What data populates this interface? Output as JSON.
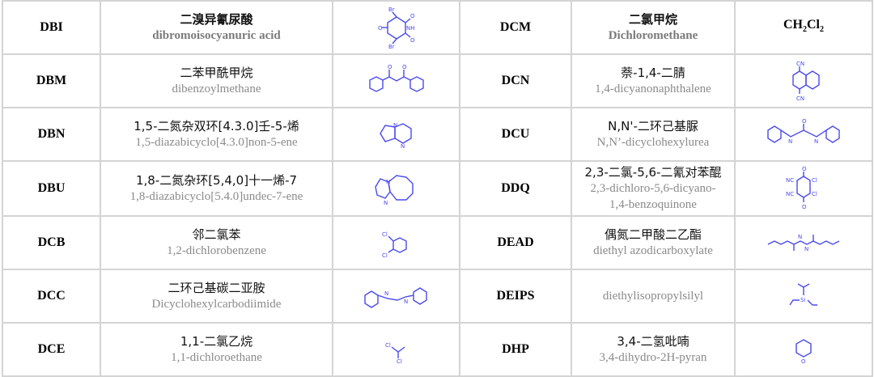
{
  "left": [
    {
      "abbr": "DBI",
      "cn": "二溴异氰尿酸",
      "en": "dibromoisocyanuric  acid",
      "structure": "dibromoisocyanuric-acid-structure"
    },
    {
      "abbr": "DBM",
      "cn": "二苯甲酰甲烷",
      "en": "dibenzoylmethane",
      "structure": "dibenzoylmethane-structure"
    },
    {
      "abbr": "DBN",
      "cn": "1,5-二氮杂双环[4.3.0]壬-5-烯",
      "en": "1,5-diazabicyclo[4.3.0]non-5-ene",
      "structure": "dbn-structure"
    },
    {
      "abbr": "DBU",
      "cn": "1,8-二氮杂环[5,4,0]十一烯-7",
      "en": "1,8-diazabicyclo[5.4.0]undec-7-ene",
      "structure": "dbu-structure"
    },
    {
      "abbr": "DCB",
      "cn": "邻二氯苯",
      "en": "1,2-dichlorobenzene",
      "structure": "dichlorobenzene-structure"
    },
    {
      "abbr": "DCC",
      "cn": "二环己基碳二亚胺",
      "en": "Dicyclohexylcarbodiimide",
      "structure": "dcc-structure"
    },
    {
      "abbr": "DCE",
      "cn": "1,1-二氯乙烷",
      "en": "1,1-dichloroethane",
      "structure": "dichloroethane-structure"
    }
  ],
  "right": [
    {
      "abbr": "DCM",
      "cn": "二氯甲烷",
      "en": "Dichloromethane",
      "formula_parts": [
        "CH",
        "2",
        "Cl",
        "2"
      ]
    },
    {
      "abbr": "DCN",
      "cn": "萘-1,4-二腈",
      "en": "1,4-dicyanonaphthalene",
      "structure": "dcn-structure"
    },
    {
      "abbr": "DCU",
      "cn": "N,N'-二环己基脲",
      "en": "N,N’-dicyclohexylurea",
      "structure": "dcu-structure"
    },
    {
      "abbr": "DDQ",
      "cn": "2,3-二氯-5,6-二氰对苯醌",
      "en": "2,3-dichloro-5,6-dicyano-",
      "en2": "1,4-benzoquinone",
      "structure": "ddq-structure"
    },
    {
      "abbr": "DEAD",
      "cn": "偶氮二甲酸二乙酯",
      "en": "diethyl azodicarboxylate",
      "structure": "dead-structure"
    },
    {
      "abbr": "DEIPS",
      "cn": "",
      "en": "diethylisopropylsilyl",
      "structure": "deips-structure"
    },
    {
      "abbr": "DHP",
      "cn": "3,4-二氢吡喃",
      "en": "3,4-dihydro-2H-pyran",
      "structure": "dhp-structure"
    }
  ],
  "structure_color": "#4a4aee",
  "atom_labels": {
    "br": "Br",
    "o": "O",
    "n": "N",
    "nh": "NH",
    "cl": "Cl",
    "cn": "CN",
    "nc": "NC",
    "si": "Si"
  }
}
